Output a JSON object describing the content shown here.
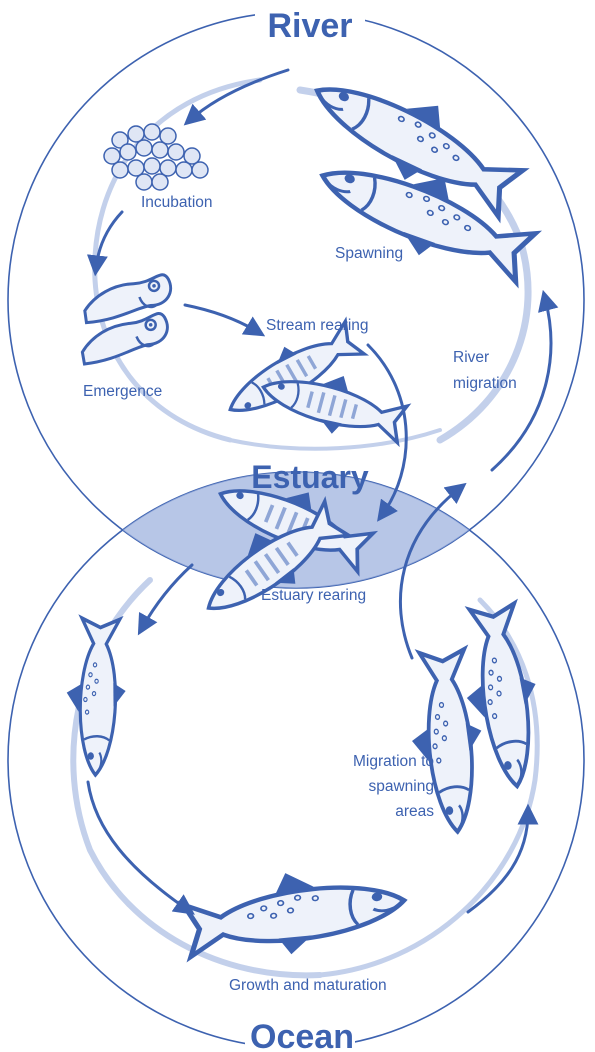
{
  "zones": {
    "river": "River",
    "estuary": "Estuary",
    "ocean": "Ocean"
  },
  "stages": {
    "incubation": "Incubation",
    "spawning": "Spawning",
    "emergence": "Emergence",
    "stream_rearing": "Stream rearing",
    "river_migration_1": "River",
    "river_migration_2": "migration",
    "estuary_rearing": "Estuary rearing",
    "migration_spawning_1": "Migration to",
    "migration_spawning_2": "spawning",
    "migration_spawning_3": "areas",
    "growth": "Growth and maturation"
  },
  "colors": {
    "line": "#3d62b0",
    "fish_fill": "#eef2fa",
    "fish_stripe": "#8fa6d6",
    "estuary_fill": "#9fb3df",
    "swirl": "#b9c8e8"
  }
}
